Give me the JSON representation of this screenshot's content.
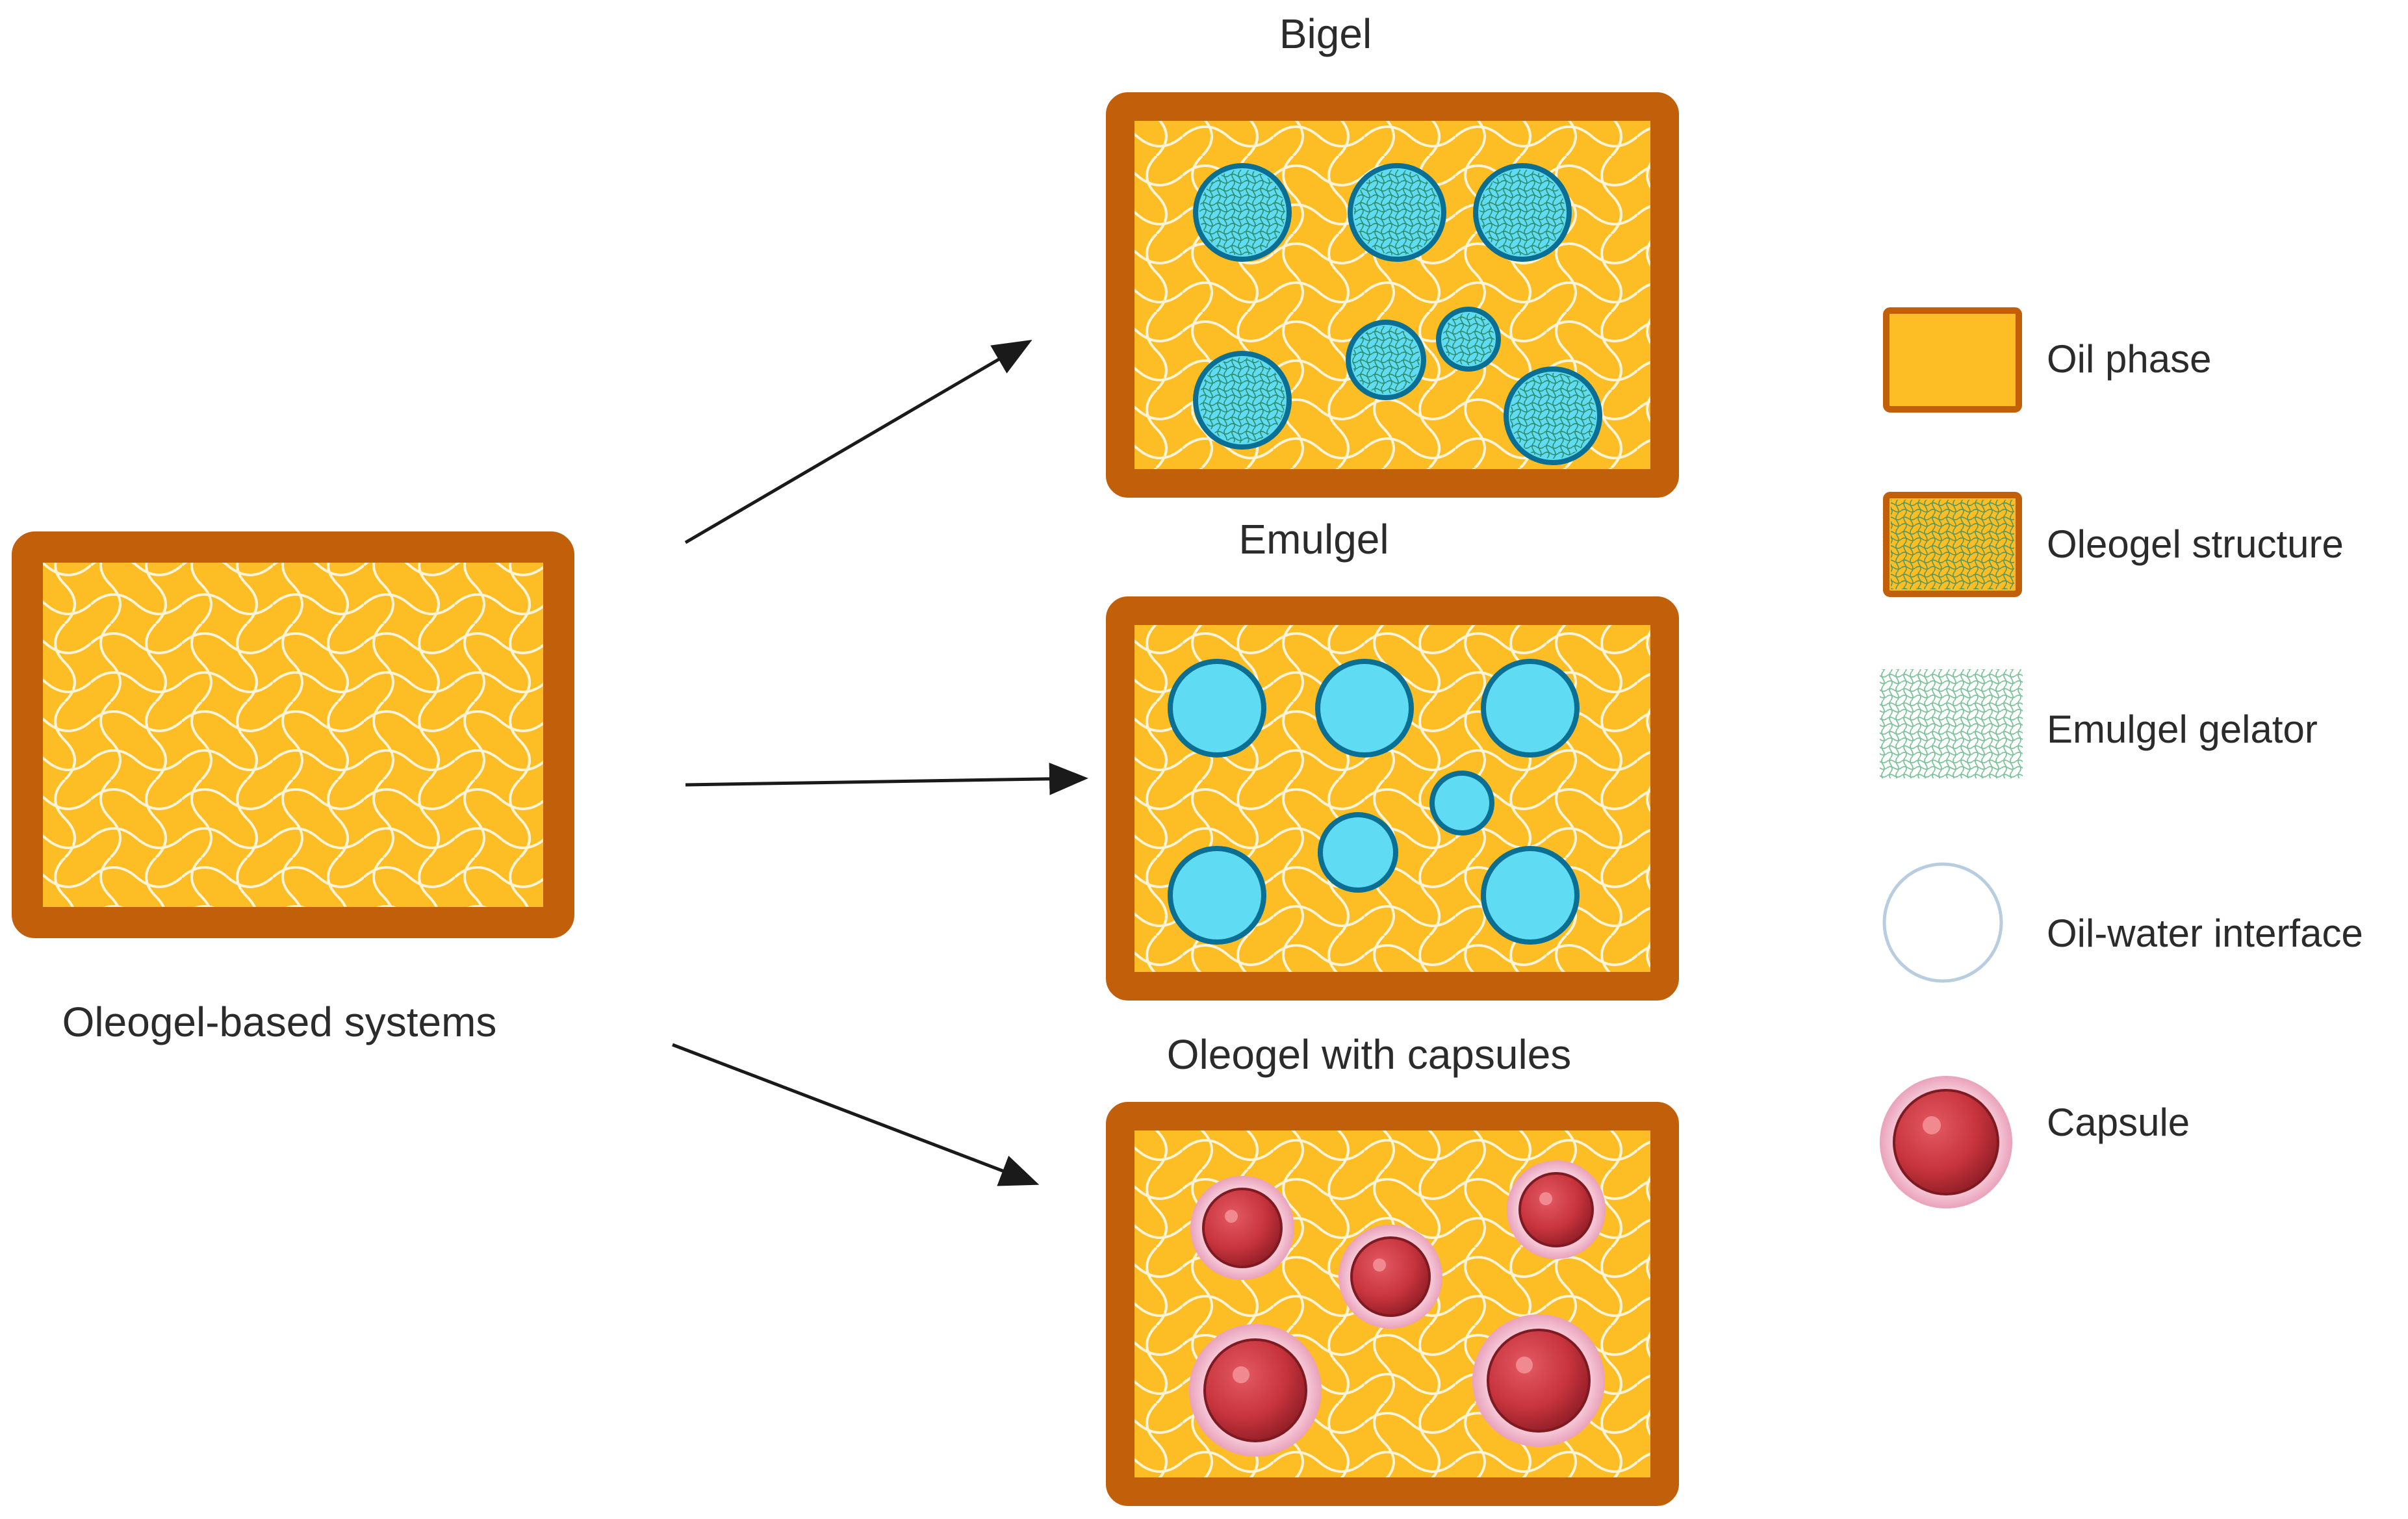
{
  "source": {
    "label": "Oleogel-based systems"
  },
  "systems": [
    {
      "id": "bigel",
      "label": "Bigel"
    },
    {
      "id": "emulgel",
      "label": "Emulgel"
    },
    {
      "id": "capsules",
      "label": "Oleogel with capsules"
    }
  ],
  "legend": [
    {
      "id": "oil-phase",
      "label": "Oil phase"
    },
    {
      "id": "oleogel-structure",
      "label": "Oleogel structure"
    },
    {
      "id": "emulgel-gelator",
      "label": "Emulgel gelator"
    },
    {
      "id": "oil-water-interface",
      "label": "Oil-water interface"
    },
    {
      "id": "capsule",
      "label": "Capsule"
    }
  ],
  "colors": {
    "oil_fill": "#fdbd24",
    "frame": "#c25f0a",
    "water_fill": "#5fdcf3",
    "water_stroke": "#0b6f93",
    "capsule_core": "#c8343d",
    "capsule_halo": "#f4bfd0",
    "gelator": "#7cc39a",
    "interface_stroke": "#b8cde0",
    "arrow": "#1a1a1a"
  }
}
